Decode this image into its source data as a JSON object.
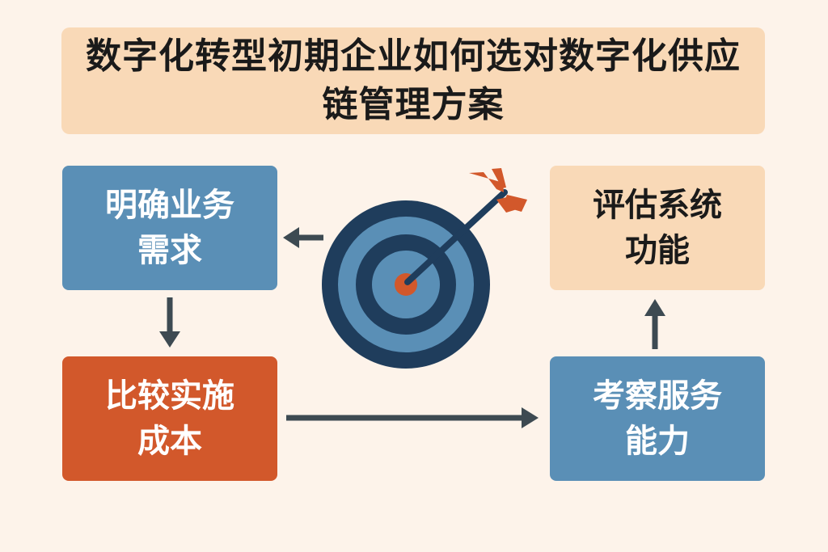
{
  "title": "数字化转型初期企业如何选对数字化供应链管理方案",
  "steps": {
    "top_left": "明确业务需求",
    "bottom_left": "比较实施成本",
    "top_right": "评估系统功能",
    "bottom_right": "考察服务能力"
  },
  "colors": {
    "background": "#fdf3ea",
    "peach": "#f9d9b7",
    "blue": "#5a8fb6",
    "orange": "#d2582b",
    "dark_navy": "#1f3d5c",
    "arrow": "#3d4a52"
  },
  "icons": [
    "target-icon",
    "arrow-left-icon",
    "arrow-down-icon",
    "arrow-right-icon",
    "arrow-up-icon"
  ]
}
